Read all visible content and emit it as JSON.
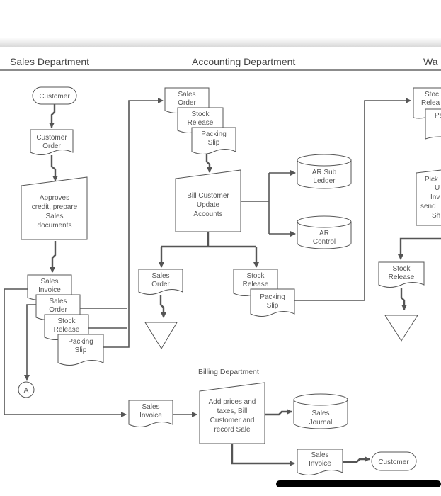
{
  "departments": {
    "sales": "Sales Department",
    "accounting": "Accounting Department",
    "warehouse": "Wa",
    "billing": "Billing Department"
  },
  "nodes": {
    "customer_top": "Customer",
    "customer_order": [
      "Customer",
      "Order"
    ],
    "approves": [
      "Approves",
      "credit, prepare",
      "Sales",
      "documents"
    ],
    "sales_invoice_left": [
      "Sales",
      "Invoice"
    ],
    "sales_order_left": [
      "Sales",
      "Order"
    ],
    "stock_release_left": [
      "Stock",
      "Release"
    ],
    "packing_slip_left": [
      "Packing",
      "Slip"
    ],
    "connector_a": "A",
    "acc_sales_order": [
      "Sales",
      "Order"
    ],
    "acc_stock_release": [
      "Stock",
      "Release"
    ],
    "acc_packing_slip": [
      "Packing",
      "Slip"
    ],
    "bill_customer": [
      "Bill Customer",
      "Update",
      "Accounts"
    ],
    "ar_sub_ledger": [
      "AR Sub",
      "Ledger"
    ],
    "ar_control": [
      "AR",
      "Control"
    ],
    "acc_sales_order2": [
      "Sales",
      "Order"
    ],
    "acc_stock_release2": [
      "Stock",
      "Release"
    ],
    "acc_packing_slip2": [
      "Packing",
      "Slip"
    ],
    "wh_stock_release_top": [
      "Stoc",
      "Relea"
    ],
    "wh_packing_top": [
      "Pa"
    ],
    "wh_picking": [
      "Pick",
      "U",
      "Inv",
      "send",
      "Sh"
    ],
    "wh_stock_release": [
      "Stock",
      "Release"
    ],
    "billing_sales_invoice": [
      "Sales",
      "Invoice"
    ],
    "add_prices": [
      "Add prices and",
      "taxes, Bill",
      "Customer and",
      "record Sale"
    ],
    "sales_journal": [
      "Sales",
      "Journal"
    ],
    "billing_sales_invoice2": [
      "Sales",
      "Invoice"
    ],
    "customer_bottom": "Customer"
  }
}
